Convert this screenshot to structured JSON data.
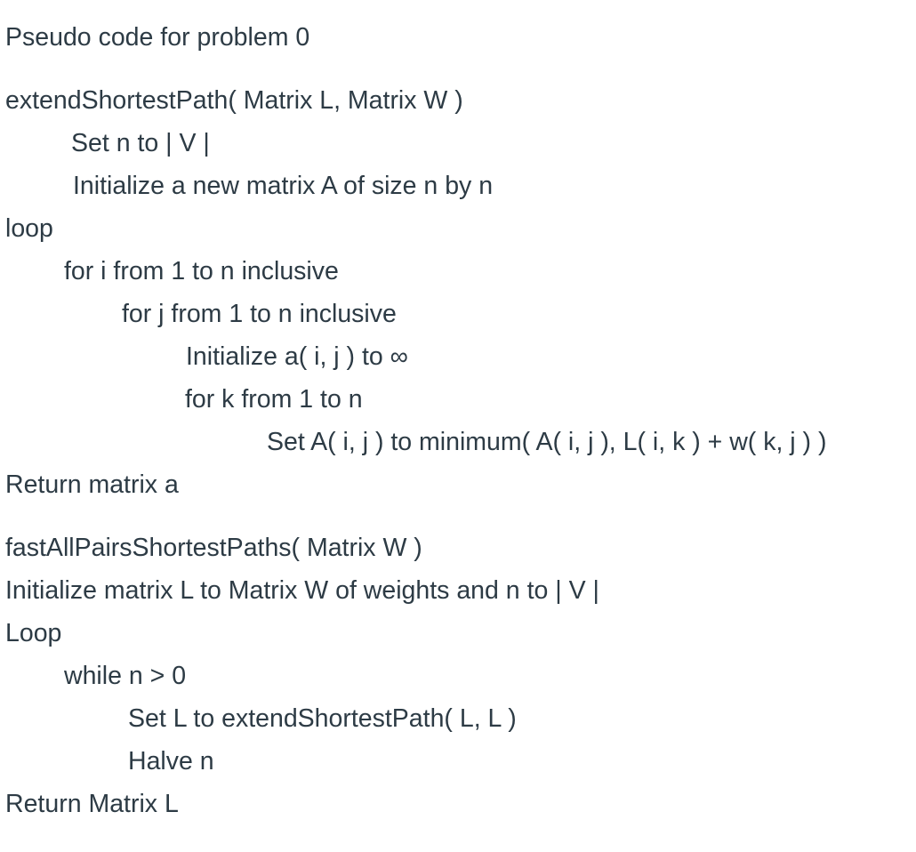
{
  "document": {
    "title": "Pseudo code for problem 0",
    "text_color": "#2D3B45",
    "background_color": "#ffffff"
  },
  "blocks": [
    {
      "name": "heading",
      "lines": [
        {
          "indent": "ind-0",
          "text": "Pseudo code for problem 0"
        }
      ]
    },
    {
      "name": "extend-shortest-path-procedure",
      "lines": [
        {
          "indent": "ind-0",
          "text": "extendShortestPath( Matrix L, Matrix W )"
        },
        {
          "indent": "ind-1b",
          "text": "Set n to | V |"
        },
        {
          "indent": "ind-1c",
          "text": "Initialize a new matrix A of size n by n"
        },
        {
          "indent": "ind-0",
          "text": "loop"
        },
        {
          "indent": "ind-1",
          "text": "for i from 1 to n inclusive"
        },
        {
          "indent": "ind-2",
          "text": "for j from 1 to n inclusive"
        },
        {
          "indent": "ind-3b",
          "text": "Initialize a( i, j ) to ∞"
        },
        {
          "indent": "ind-3",
          "text": "for k from 1 to n"
        },
        {
          "indent": "ind-4",
          "text": "Set A( i, j ) to minimum( A( i, j ), L( i, k ) + w( k, j ) )"
        },
        {
          "indent": "ind-0",
          "text": "Return matrix a"
        }
      ]
    },
    {
      "name": "fast-all-pairs-shortest-paths-procedure",
      "lines": [
        {
          "indent": "ind-0",
          "text": "fastAllPairsShortestPaths( Matrix W )"
        },
        {
          "indent": "ind-0",
          "text": "Initialize matrix L to Matrix W of weights and n to | V |"
        },
        {
          "indent": "ind-0",
          "text": "Loop"
        },
        {
          "indent": "ind-1",
          "text": "while n > 0"
        },
        {
          "indent": "ind-2b",
          "text": "Set L to extendShortestPath( L, L )"
        },
        {
          "indent": "ind-2b",
          "text": "Halve n"
        },
        {
          "indent": "ind-0",
          "text": "Return Matrix L"
        }
      ]
    }
  ]
}
